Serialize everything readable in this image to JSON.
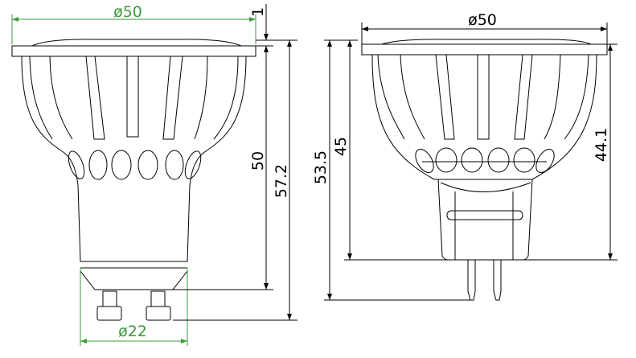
{
  "gu10": {
    "top_diameter": "ø50",
    "base_diameter": "ø22",
    "rim_height": "1",
    "body_height": "50",
    "overall_height": "57.2"
  },
  "mr16": {
    "top_diameter": "ø50",
    "overall_height": "53.5",
    "body_height": "45",
    "cup_height": "44.1"
  },
  "colors": {
    "dimension_green": "#3c9a3c",
    "line": "#000000"
  }
}
